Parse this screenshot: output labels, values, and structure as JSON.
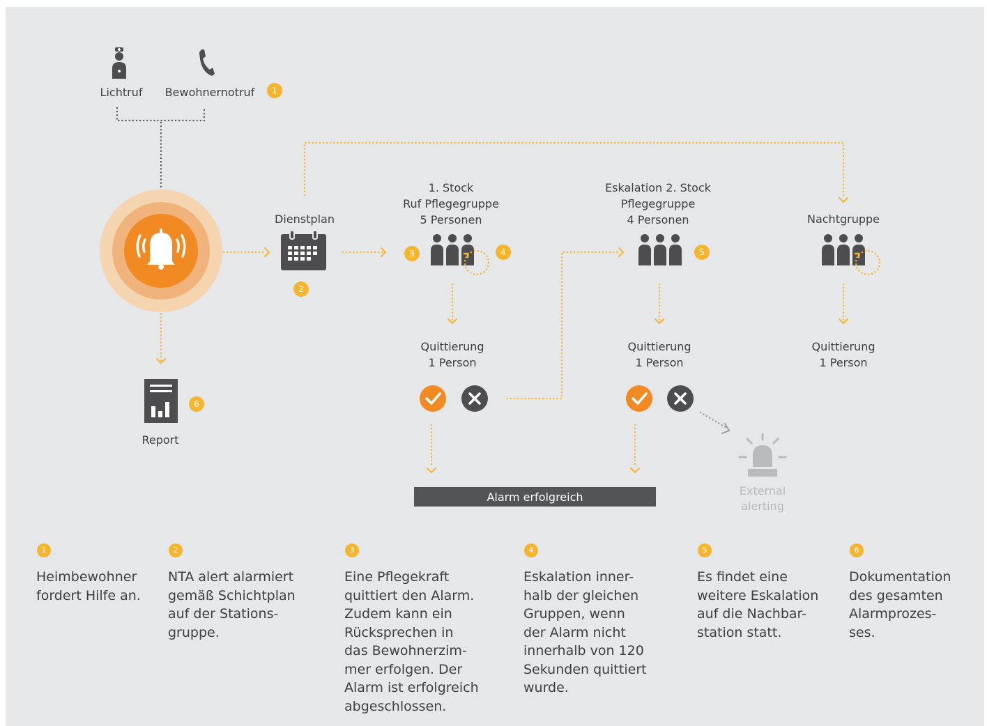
{
  "sources": {
    "lichtruf": "Lichtruf",
    "bewohnernotruf": "Bewohnernotruf"
  },
  "nodes": {
    "dienstplan": "Dienstplan",
    "report": "Report",
    "stock1": [
      "1. Stock",
      "Ruf Pflegegruppe",
      "5 Personen"
    ],
    "stock2": [
      "Eskalation 2. Stock",
      "Pflegegruppe",
      "4 Personen"
    ],
    "nacht": "Nachtgruppe",
    "quitt_1": [
      "Quittierung",
      "1 Person"
    ],
    "quitt_2": [
      "Quittierung",
      "1 Person"
    ],
    "quitt_3": [
      "Quittierung",
      "1 Person"
    ],
    "success": "Alarm erfolgreich",
    "external": [
      "External",
      "alerting"
    ]
  },
  "badges": [
    "1",
    "2",
    "3",
    "4",
    "5",
    "6"
  ],
  "descriptions": [
    [
      "Heimbewohner",
      "fordert Hilfe an."
    ],
    [
      "NTA alert alarmiert",
      "gemäß Schichtplan",
      "auf der Stations-",
      "gruppe."
    ],
    [
      "Eine Pflegekraft",
      "quittiert den Alarm.",
      "Zudem kann ein",
      "Rücksprechen in",
      "das Bewohnerzim-",
      "mer erfolgen. Der",
      "Alarm ist erfolgreich",
      "abgeschlossen."
    ],
    [
      "Eskalation inner-",
      "halb der gleichen",
      "Gruppen, wenn",
      "der Alarm nicht",
      "innerhalb von 120",
      "Sekunden quittiert",
      "wurde."
    ],
    [
      "Es findet eine",
      "weitere Eskalation",
      "auf die Nachbar-",
      "station statt."
    ],
    [
      "Dokumentation",
      "des gesamten",
      "Alarmprozes-",
      "ses."
    ]
  ],
  "colors": {
    "background": "#e6e7e8",
    "accent_orange": "#f18a22",
    "badge_yellow": "#f6b52f",
    "icon_dark": "#4d4d4f",
    "dotted_dark": "#5a5b5c",
    "muted": "#b9babb"
  }
}
